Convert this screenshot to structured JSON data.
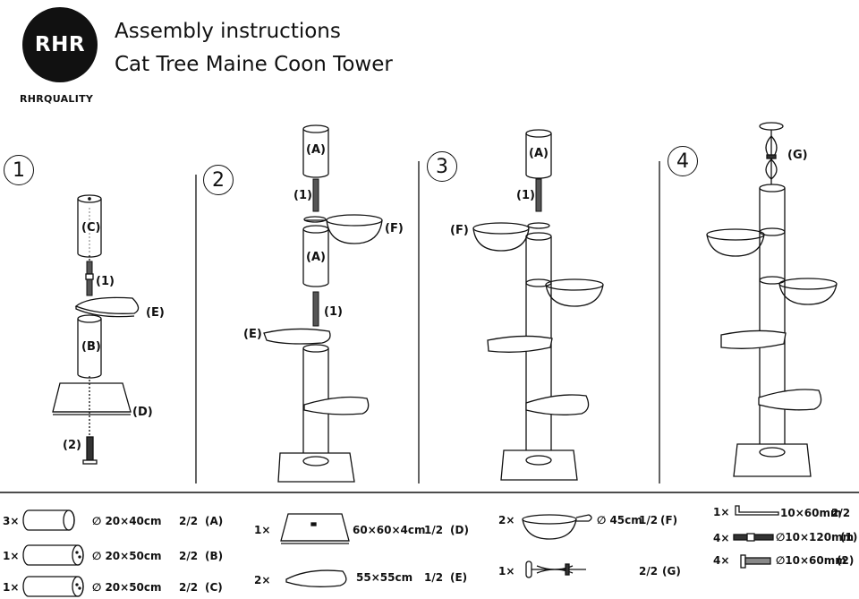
{
  "header": {
    "logo_text": "RHR",
    "brand": "RHRQUALITY",
    "title_line1": "Assembly instructions",
    "title_line2": "Cat Tree Maine Coon Tower"
  },
  "steps": [
    "1",
    "2",
    "3",
    "4"
  ],
  "labels": {
    "A": "(A)",
    "B": "(B)",
    "C": "(C)",
    "D": "(D)",
    "E": "(E)",
    "F": "(F)",
    "G": "(G)",
    "one": "(1)",
    "two": "(2)"
  },
  "parts": {
    "pole_a": {
      "qty": "3×",
      "size": "∅ 20×40cm",
      "page": "2/2",
      "id": "(A)"
    },
    "pole_b": {
      "qty": "1×",
      "size": "∅ 20×50cm",
      "page": "2/2",
      "id": "(B)"
    },
    "pole_c": {
      "qty": "1×",
      "size": "∅ 20×50cm",
      "page": "2/2",
      "id": "(C)"
    },
    "base_d": {
      "qty": "1×",
      "size": "60×60×4cm",
      "page": "1/2",
      "id": "(D)"
    },
    "board_e": {
      "qty": "2×",
      "size": "55×55cm",
      "page": "1/2",
      "id": "(E)"
    },
    "bowl_f": {
      "qty": "2×",
      "size": "∅ 45cm",
      "page": "1/2",
      "id": "(F)"
    },
    "tensioner_g": {
      "qty": "1×",
      "page": "2/2",
      "id": "(G)"
    },
    "wrench": {
      "qty": "1×",
      "size": "10×60mm",
      "page": "2/2"
    },
    "bolt_1": {
      "qty": "4×",
      "size": "∅10×120mm",
      "id": "(1)"
    },
    "bolt_2": {
      "qty": "4×",
      "size": "∅10×60mm",
      "id": "(2)"
    }
  }
}
